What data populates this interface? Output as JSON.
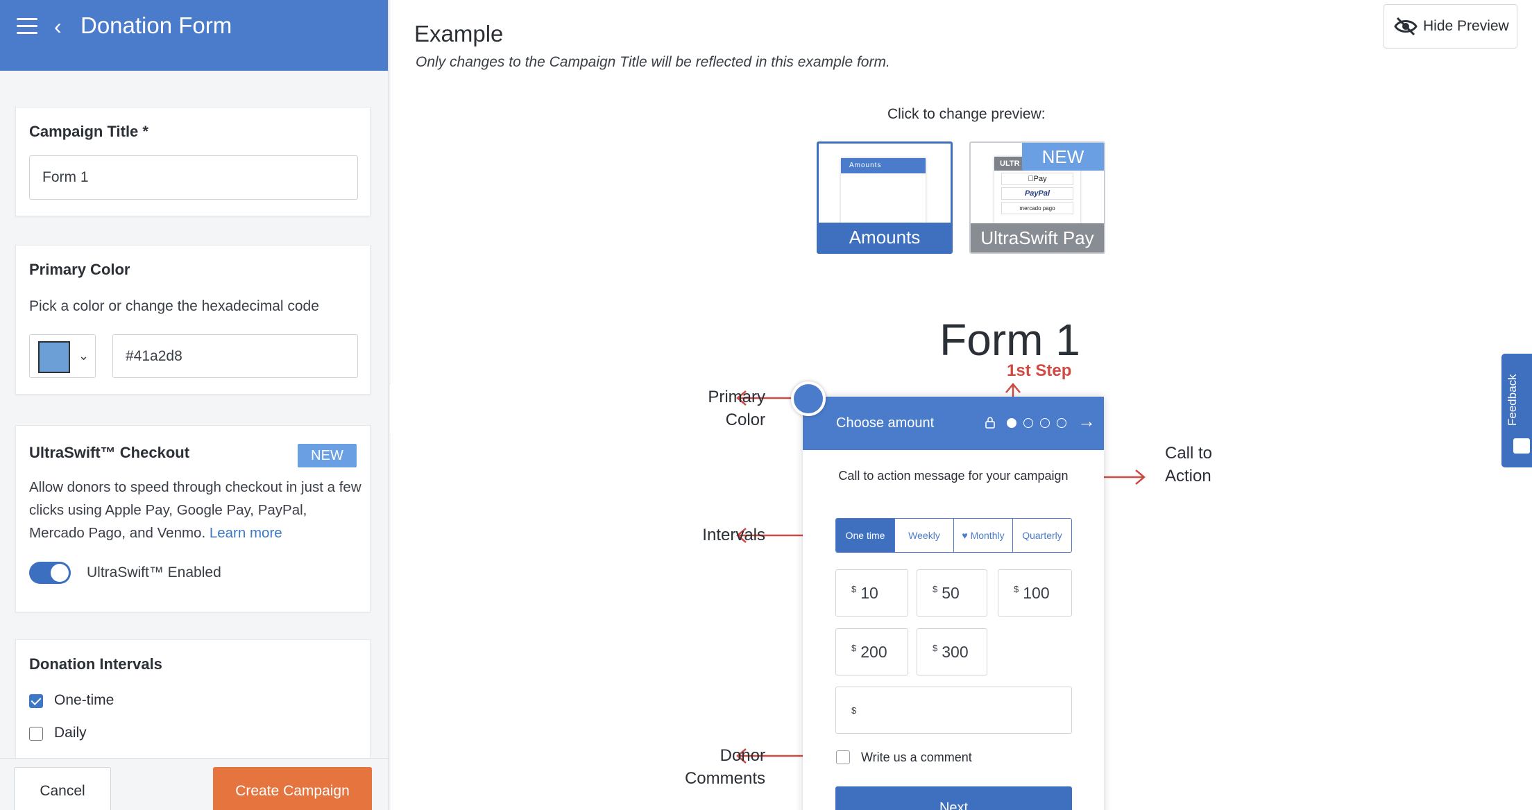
{
  "sidebar": {
    "title": "Donation Form",
    "campaign_title": {
      "label": "Campaign Title *",
      "value": "Form 1"
    },
    "primary_color": {
      "label": "Primary Color",
      "hint": "Pick a color or change the hexadecimal code",
      "hex": "#41a2d8",
      "swatch_color": "#6b9fd6"
    },
    "ultraswift": {
      "label": "UltraSwift™ Checkout",
      "badge": "NEW",
      "description": "Allow donors to speed through checkout in just a few clicks using Apple Pay, Google Pay, PayPal, Mercado Pago, and Venmo.",
      "learn_more": "Learn more",
      "toggle_label": "UltraSwift™ Enabled",
      "enabled": true
    },
    "intervals": {
      "label": "Donation Intervals",
      "options": [
        {
          "label": "One-time",
          "checked": true
        },
        {
          "label": "Daily",
          "checked": false
        }
      ]
    },
    "cancel_label": "Cancel",
    "create_label": "Create Campaign"
  },
  "preview": {
    "title": "Example",
    "subtitle": "Only changes to the Campaign Title will be reflected in this example form.",
    "hide_label": "Hide Preview",
    "click_label": "Click to change preview:",
    "thumbs": {
      "amounts": {
        "caption": "Amounts",
        "bar": "Amounts"
      },
      "ultra": {
        "caption": "UltraSwift Pay",
        "bar": "ULTR",
        "new": "NEW",
        "pay1": "Pay",
        "pay2": "PayPal",
        "pay3": "mercado pago"
      }
    },
    "form_title": "Form 1",
    "form": {
      "header": "Choose amount",
      "cta": "Call to action message for your campaign",
      "intervals": [
        "One time",
        "Weekly",
        "♥ Monthly",
        "Quarterly"
      ],
      "currency": "$",
      "amounts": [
        "10",
        "50",
        "100",
        "200",
        "300"
      ],
      "comment": "Write us a comment",
      "next": "Next"
    },
    "annotations": {
      "primary_color": [
        "Primary",
        "Color"
      ],
      "first_step": "1st Step",
      "call_to_action": [
        "Call to",
        "Action"
      ],
      "intervals": "Intervals",
      "donor_comments": [
        "Donor",
        "Comments"
      ]
    },
    "feedback": "Feedback"
  },
  "colors": {
    "brand_blue": "#4a7ccb",
    "accent_orange": "#e6743f",
    "annotation_red": "#cf4a43",
    "new_badge": "#6b9fe3"
  }
}
